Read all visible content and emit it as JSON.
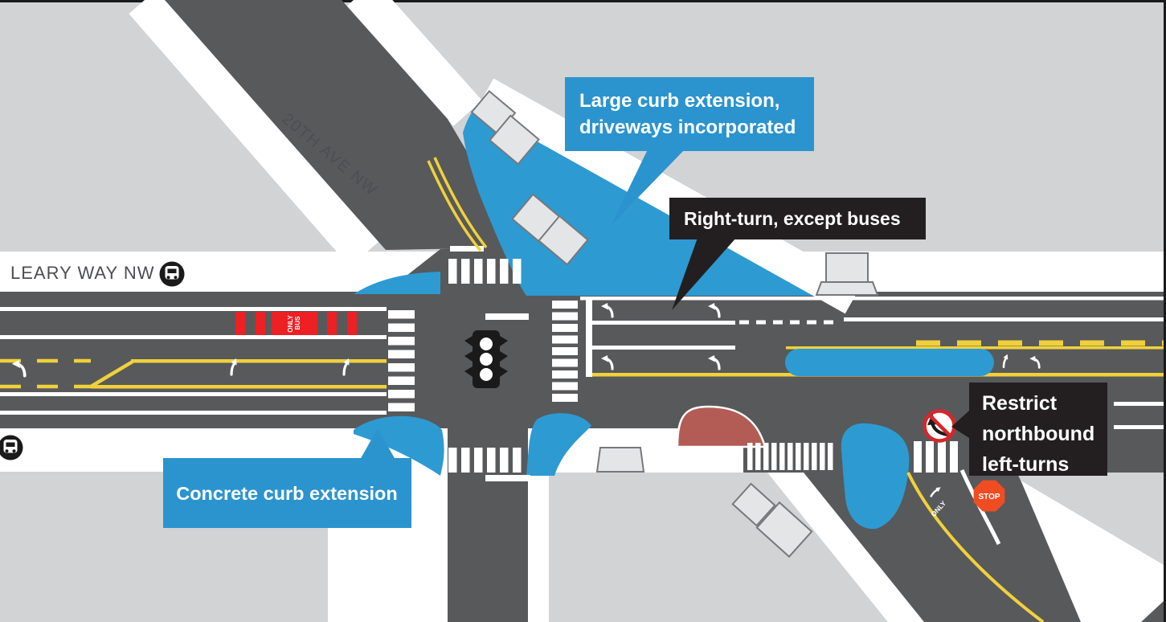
{
  "diagram": {
    "type": "street-intersection-design-plan",
    "streets": {
      "horizontal_label": "LEARY WAY NW",
      "diagonal_label": "20TH AVE NW"
    },
    "callouts": {
      "large_curb": {
        "line1": "Large curb extension,",
        "line2": "driveways incorporated",
        "style": "blue"
      },
      "right_turn": {
        "text": "Right-turn, except buses",
        "style": "black"
      },
      "concrete_curb": {
        "text": "Concrete curb extension",
        "style": "blue"
      },
      "restrict": {
        "line1": "Restrict",
        "line2": "northbound",
        "line3": "left-turns",
        "style": "black"
      }
    },
    "road_markings": {
      "bus_lane_line1": "ONLY",
      "bus_lane_line2": "BUS",
      "stop_sign_text": "STOP",
      "slip_lane_text": "ONLY"
    },
    "icons": {
      "bus_stop_west": "bus-icon",
      "bus_stop_south": "bus-icon",
      "signal": "traffic-light-icon",
      "no_left_turn": "no-left-turn-sign-icon",
      "stop": "stop-sign-icon"
    },
    "colors": {
      "road": "#58595b",
      "block": "#d2d3d5",
      "sidewalk": "#ffffff",
      "curb_extension_blue": "#2e9ad2",
      "callout_blue": "#2b94cf",
      "callout_black": "#231f20",
      "bus_lane_red": "#ed2024",
      "bus_pad_brick": "#b35c55",
      "stop_sign_orange": "#f04c22",
      "lane_yellow": "#f0d13b",
      "sign_red": "#d8252b"
    }
  }
}
